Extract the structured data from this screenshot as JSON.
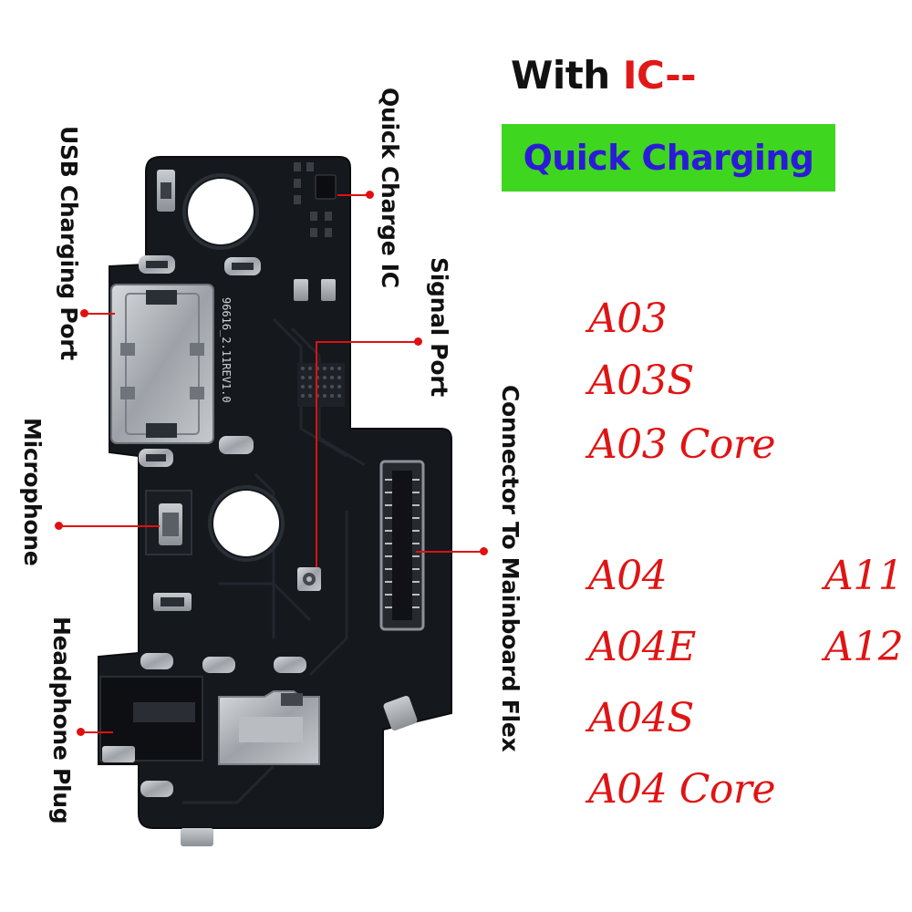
{
  "header": {
    "with_text": "With ",
    "ic_text": "IC--",
    "badge_text": "Quick Charging"
  },
  "callouts": {
    "usb_charging_port": "USB Charging Port",
    "quick_charge_ic": "Quick Charge IC",
    "signal_port": "Signal Port",
    "microphone": "Microphone",
    "connector": "Connector To Mainboard Flex",
    "headphone_plug": "Headphone Plug"
  },
  "models": {
    "col1_group1": [
      "A03",
      "A03S",
      "A03 Core"
    ],
    "col1_group2": [
      "A04",
      "A04E",
      "A04S",
      "A04 Core"
    ],
    "col2": [
      "A11",
      "A12"
    ]
  },
  "pcb_silkscreen": "96616_2.11REV1.0",
  "colors": {
    "accent_red": "#e01414",
    "badge_green": "#3fd61f",
    "badge_text_blue": "#2b1bd8",
    "pcb_black": "#15181d"
  }
}
